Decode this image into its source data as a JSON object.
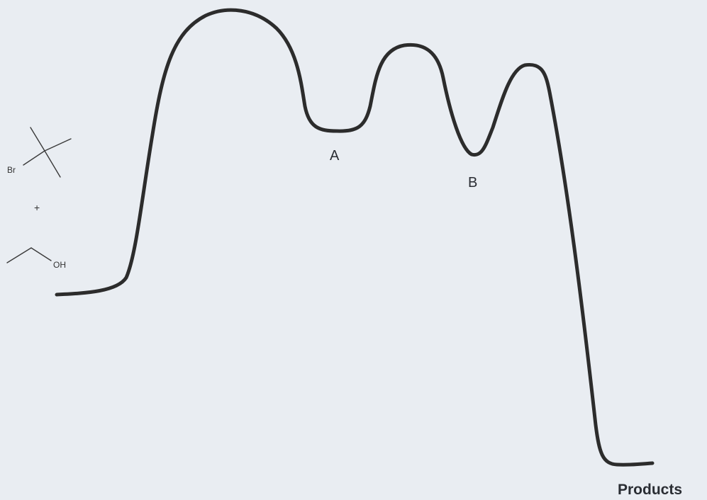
{
  "reactants": {
    "alkyl_halide": {
      "atom_label": "Br"
    },
    "plus_sign": "+",
    "alcohol": {
      "atom_label": "OH"
    }
  },
  "intermediates": [
    {
      "label": "A"
    },
    {
      "label": "B"
    }
  ],
  "products_label": "Products",
  "colors": {
    "background": "#e9edf2",
    "curve": "#2c2c2c",
    "molecule_lines": "#3a3a3a"
  }
}
